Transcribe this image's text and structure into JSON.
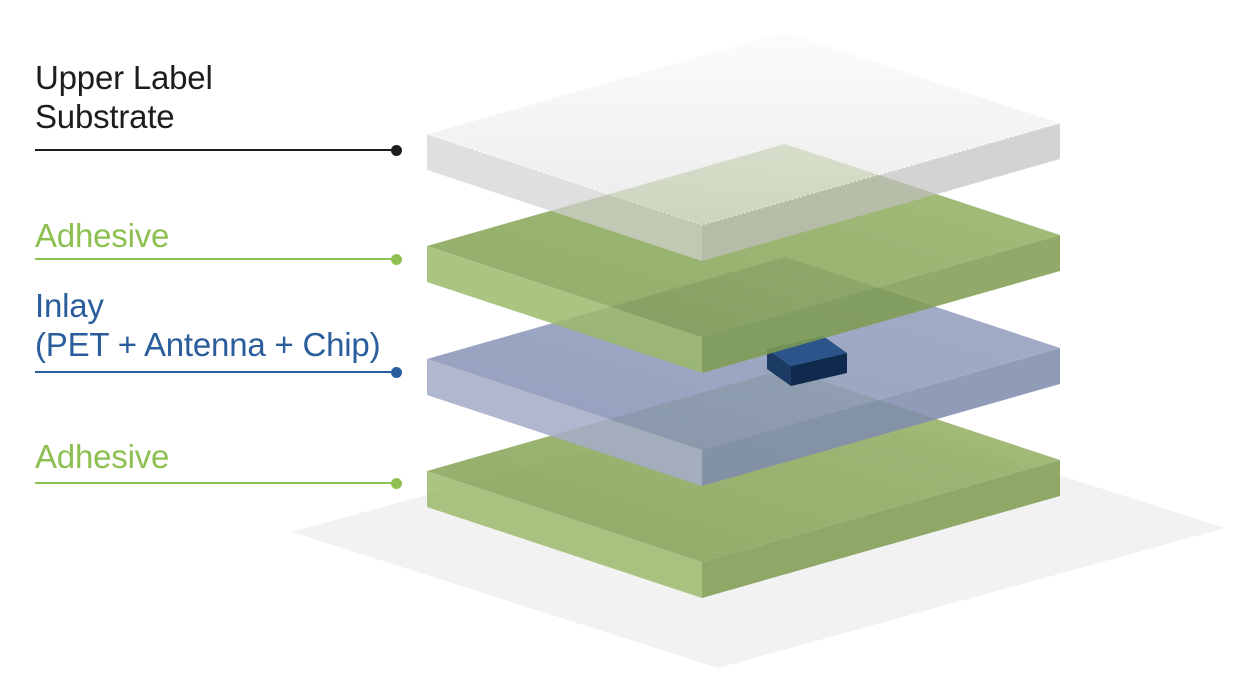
{
  "diagram": {
    "subject": "label-layer-stack",
    "annotations": [
      {
        "id": "upper-label-substrate",
        "lines": [
          "Upper Label",
          "Substrate"
        ],
        "color_role": "black"
      },
      {
        "id": "adhesive-top",
        "lines": [
          "Adhesive"
        ],
        "color_role": "green"
      },
      {
        "id": "inlay",
        "lines": [
          "Inlay",
          "(PET + Antenna + Chip)"
        ],
        "color_role": "blue"
      },
      {
        "id": "adhesive-bottom",
        "lines": [
          "Adhesive"
        ],
        "color_role": "green"
      }
    ],
    "stack_order_top_to_bottom": [
      "Upper Label Substrate",
      "Adhesive",
      "Inlay (PET + Antenna + Chip)",
      "Adhesive"
    ]
  },
  "colors": {
    "label_black": "#1d1d1b",
    "label_green": "#8dc051",
    "label_blue": "#2a5d9c",
    "substrate_top_light": "#fbfbfb",
    "substrate_top": "#e3e4e3",
    "substrate_left": "#d2d2d2",
    "substrate_right": "#c0c1c0",
    "adhesive_top_light": "#97b366",
    "adhesive_top_dark": "#7e9d4e",
    "adhesive_left": "#9cba6c",
    "adhesive_right": "#7e9c50",
    "inlay_top_light": "#98a3c1",
    "inlay_top_dark": "#8591b3",
    "inlay_left": "#a5adc8",
    "inlay_right": "#808dae",
    "chip_top": "#2b548a",
    "chip_left": "#1b3b65",
    "chip_right": "#102a4e",
    "shadow": "#f2f2f3"
  }
}
